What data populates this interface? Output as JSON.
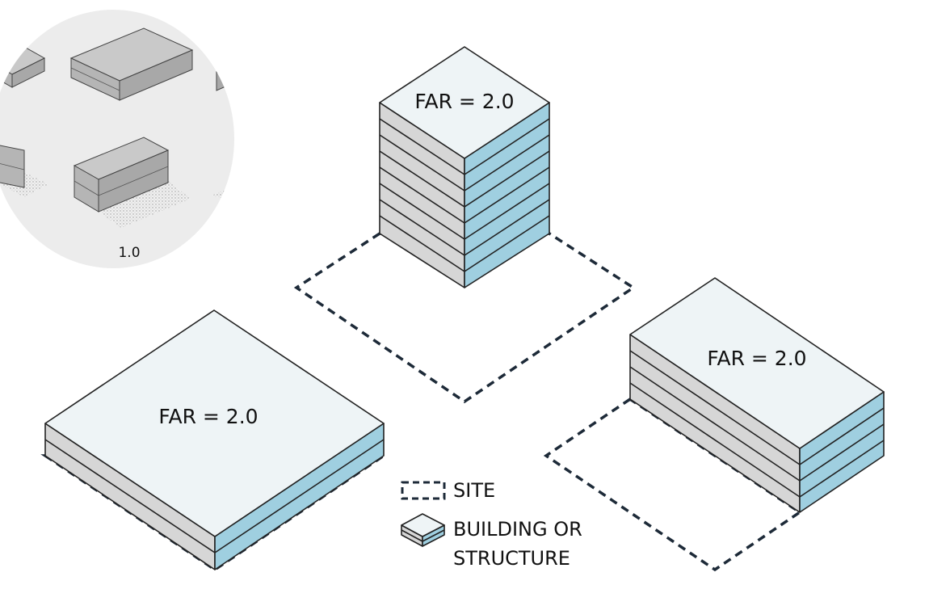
{
  "inset": {
    "label": "1.0"
  },
  "buildings": [
    {
      "id": "tower",
      "label": "FAR = 2.0"
    },
    {
      "id": "wide",
      "label": "FAR = 2.0"
    },
    {
      "id": "mid",
      "label": "FAR = 2.0"
    }
  ],
  "legend": {
    "site_label": "SITE",
    "building_label_line1": "BUILDING OR",
    "building_label_line2": "STRUCTURE"
  },
  "colors": {
    "roof": "#eef4f6",
    "wall_left": "#d6d6d6",
    "wall_right": "#9fcfe0",
    "site_outline": "#1d2a38"
  }
}
